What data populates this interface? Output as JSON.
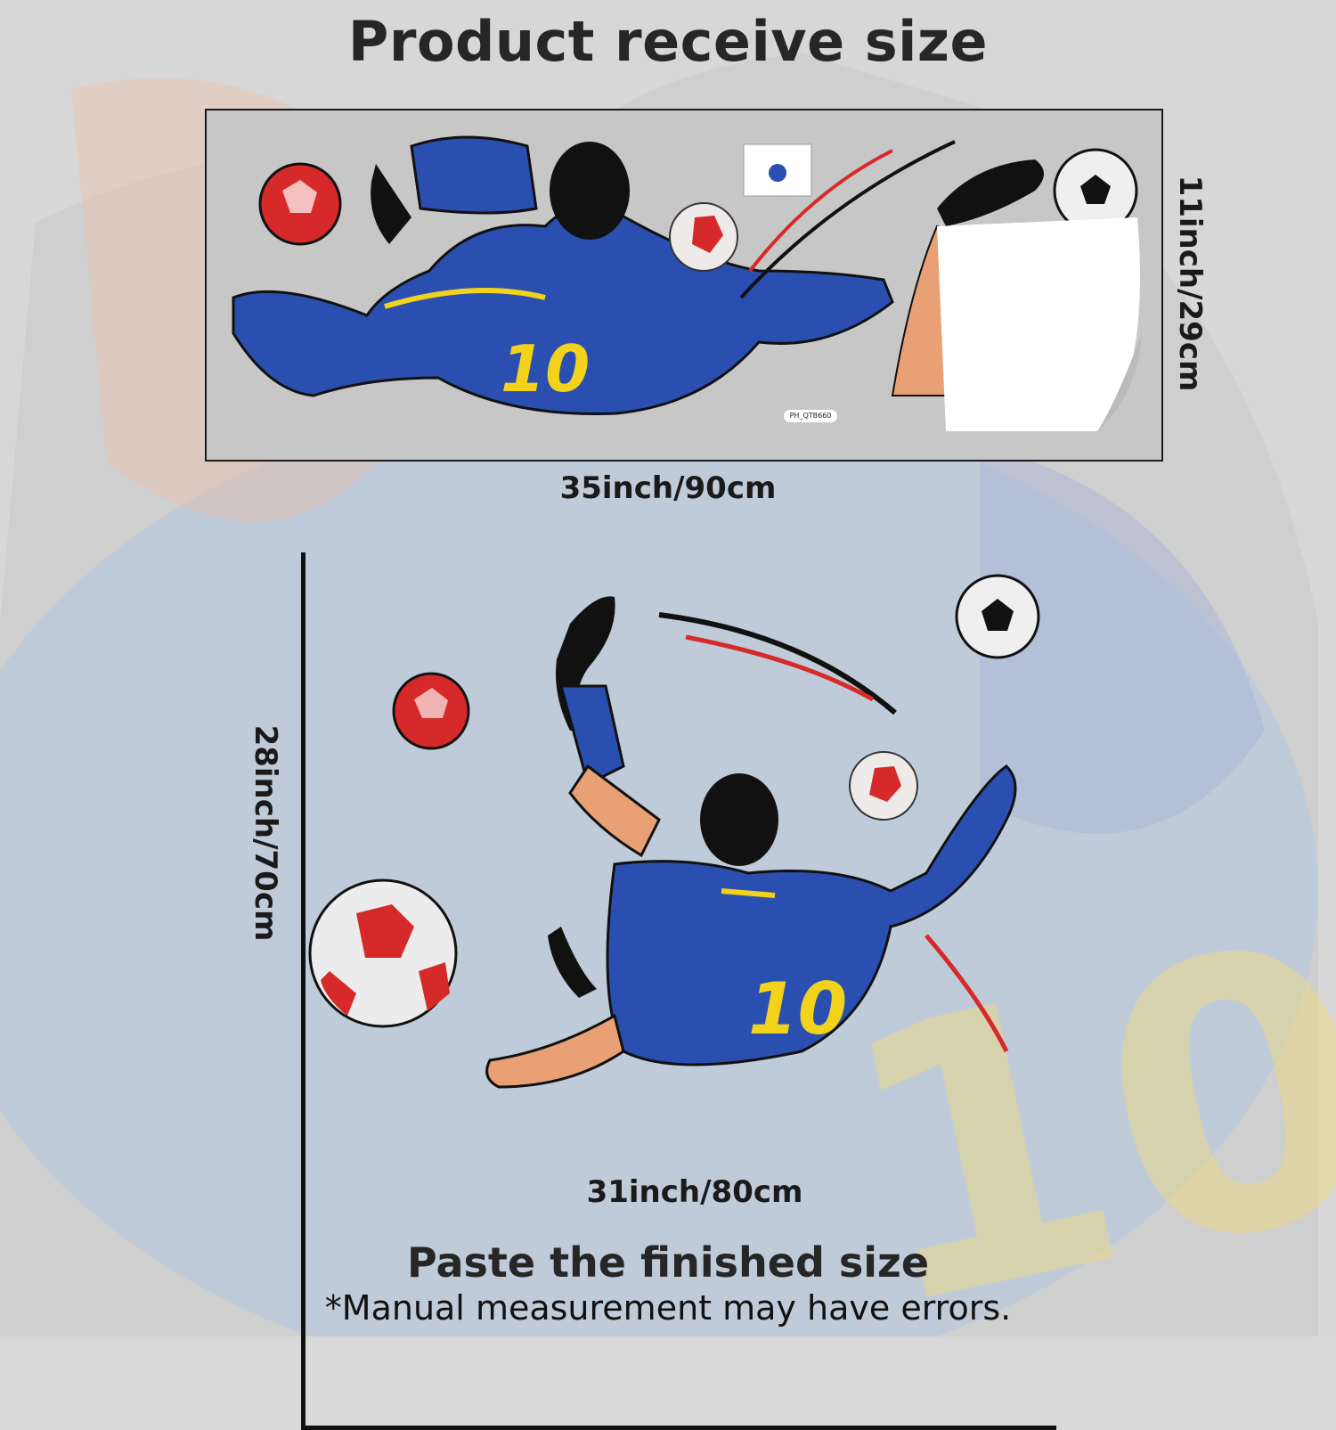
{
  "header": {
    "title": "Product receive size"
  },
  "sheet": {
    "width_label": "35inch/90cm",
    "height_label": "11inch/29cm",
    "product_code": "PH_QTB660"
  },
  "finished": {
    "height_label": "28inch/70cm",
    "width_label": "31inch/80cm"
  },
  "footer": {
    "title": "Paste the finished size",
    "note": "*Manual measurement may have errors."
  },
  "colors": {
    "jersey_blue": "#2a4fb0",
    "number_yellow": "#f2d21b",
    "ball_red": "#d62a2a",
    "background": "#d9d9d9",
    "wall_blue": "#c3d6ef"
  }
}
